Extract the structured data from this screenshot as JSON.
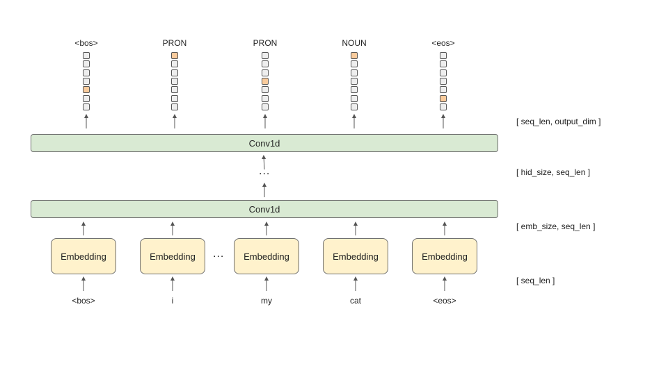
{
  "outputs": [
    {
      "label": "<bos>",
      "hot": 4
    },
    {
      "label": "PRON",
      "hot": 0
    },
    {
      "label": "PRON",
      "hot": 3
    },
    {
      "label": "NOUN",
      "hot": 0
    },
    {
      "label": "<eos>",
      "hot": 5
    }
  ],
  "vector_len": 7,
  "conv_top": {
    "label": "Conv1d"
  },
  "conv_bottom": {
    "label": "Conv1d"
  },
  "middle_ellipsis": "...",
  "embed_ellipsis": "...",
  "embeddings": [
    "Embedding",
    "Embedding",
    "Embedding",
    "Embedding",
    "Embedding"
  ],
  "inputs": [
    "<bos>",
    "i",
    "my",
    "cat",
    "<eos>"
  ],
  "dims": {
    "output": "[ seq_len, output_dim ]",
    "hidden": "[ hid_size, seq_len ]",
    "embed": "[ emb_size, seq_len ]",
    "input": "[ seq_len ]"
  },
  "colors": {
    "conv": "#d9ead3",
    "embedding": "#fff2cc",
    "hot_cell": "#f9cb9c",
    "cell": "#eeeeee"
  }
}
